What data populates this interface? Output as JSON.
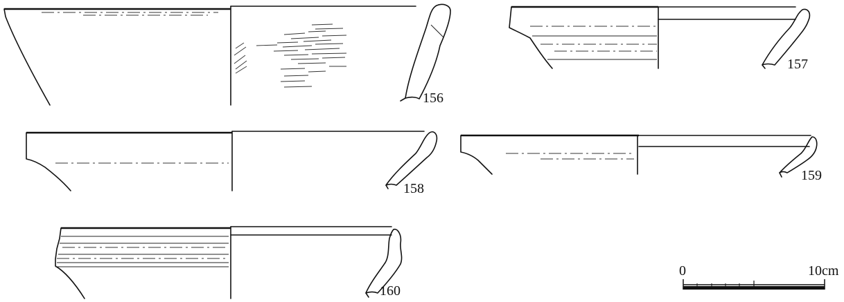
{
  "sherds": [
    {
      "id": "156",
      "label": "156"
    },
    {
      "id": "157",
      "label": "157"
    },
    {
      "id": "158",
      "label": "158"
    },
    {
      "id": "159",
      "label": "159"
    },
    {
      "id": "160",
      "label": "160"
    }
  ],
  "scale_bar": {
    "start_label": "0",
    "end_label": "10cm"
  }
}
